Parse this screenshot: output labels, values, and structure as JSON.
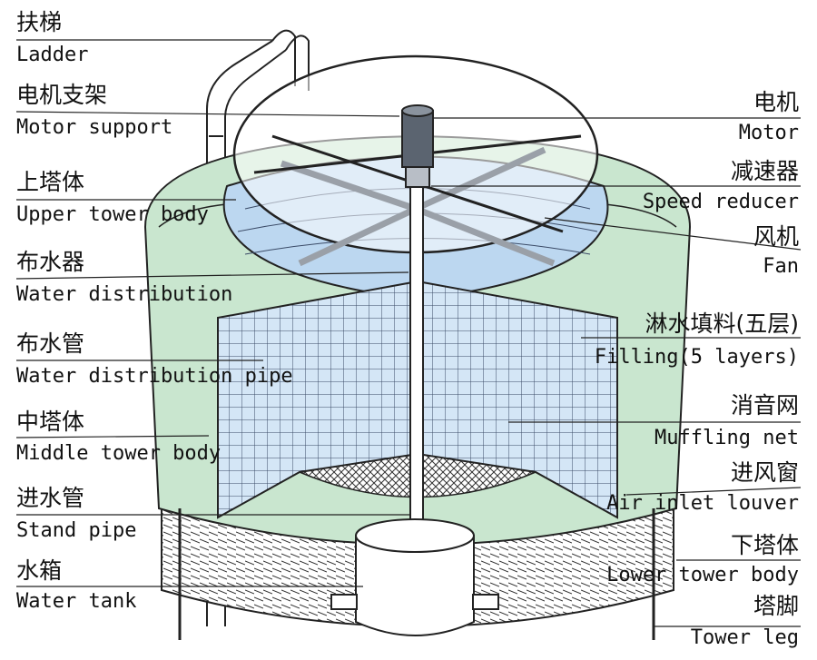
{
  "left_labels": [
    {
      "zh": "扶梯",
      "en": "Ladder"
    },
    {
      "zh": "电机支架",
      "en": "Motor support"
    },
    {
      "zh": "上塔体",
      "en": "Upper tower body"
    },
    {
      "zh": "布水器",
      "en": "Water distribution"
    },
    {
      "zh": "布水管",
      "en": "Water distribution pipe"
    },
    {
      "zh": "中塔体",
      "en": "Middle tower body"
    },
    {
      "zh": "进水管",
      "en": "Stand pipe"
    },
    {
      "zh": "水箱",
      "en": "Water tank"
    }
  ],
  "right_labels": [
    {
      "zh": "电机",
      "en": "Motor"
    },
    {
      "zh": "减速器",
      "en": "Speed reducer"
    },
    {
      "zh": "风机",
      "en": "Fan"
    },
    {
      "zh": "淋水填料(五层)",
      "en": "Filling(5 layers)"
    },
    {
      "zh": "消音网",
      "en": "Muffling net"
    },
    {
      "zh": "进风窗",
      "en": "Air inlet louver"
    },
    {
      "zh": "下塔体",
      "en": "Lower tower body"
    },
    {
      "zh": "塔脚",
      "en": "Tower leg"
    }
  ],
  "colors": {
    "shell_green": "#c9e6cf",
    "fill_blue": "#bcd7f0",
    "line": "#222222"
  }
}
